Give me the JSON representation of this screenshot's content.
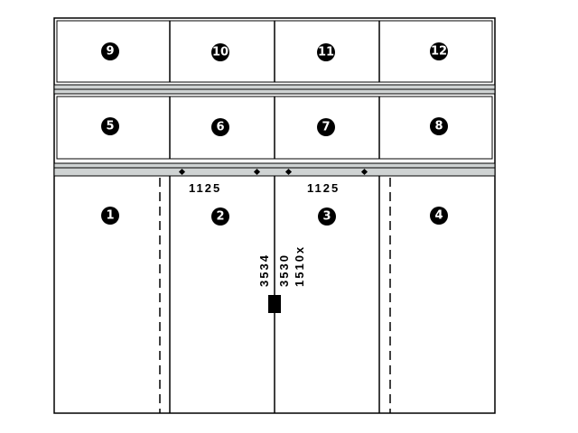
{
  "panels": {
    "p1": "1",
    "p2": "2",
    "p3": "3",
    "p4": "4",
    "p5": "5",
    "p6": "6",
    "p7": "7",
    "p8": "8",
    "p9": "9",
    "p10": "10",
    "p11": "11",
    "p12": "12"
  },
  "dimensions": {
    "top_left": "1125",
    "top_right": "1125",
    "vertical_1": "3534",
    "vertical_2": "3530",
    "vertical_3": "1510x"
  },
  "colors": {
    "panel": "#c4f8f9",
    "rail": "#cfd3d3"
  }
}
